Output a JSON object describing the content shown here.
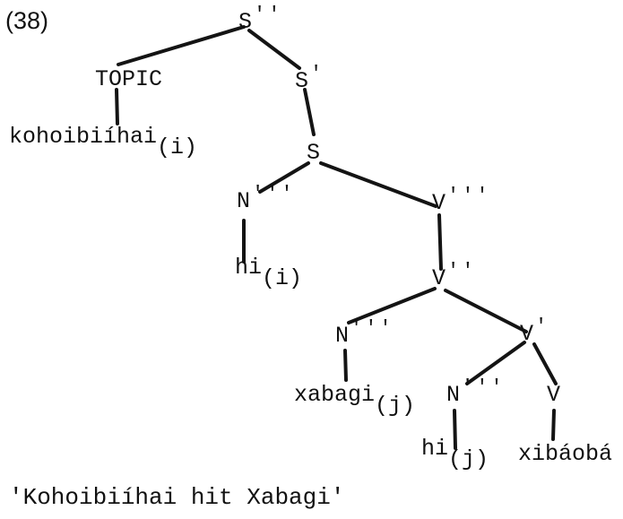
{
  "example_number": "(38)",
  "nodes": {
    "s_dbl": {
      "label": "S",
      "primes": "′′"
    },
    "s_single": {
      "label": "S",
      "primes": "′"
    },
    "s": {
      "label": "S",
      "primes": ""
    },
    "topic": {
      "label": "TOPIC",
      "primes": ""
    },
    "n_subject": {
      "label": "N",
      "primes": "′′′"
    },
    "v_triple": {
      "label": "V",
      "primes": "′′′"
    },
    "v_double": {
      "label": "V",
      "primes": "′′"
    },
    "n_object": {
      "label": "N",
      "primes": "′′′"
    },
    "v_single": {
      "label": "V",
      "primes": "′"
    },
    "n_inner": {
      "label": "N",
      "primes": "′′′"
    },
    "v_bare": {
      "label": "V",
      "primes": ""
    }
  },
  "words": {
    "kohoibiihai": {
      "text": "kohoibiíhai",
      "index": "(i)"
    },
    "hi_i": {
      "text": "hi",
      "index": "(i)"
    },
    "xabagi": {
      "text": "xabagi",
      "index": "(j)"
    },
    "hi_j": {
      "text": "hi",
      "index": "(j)"
    },
    "xibaoba": {
      "text": "xibáobá",
      "index": ""
    }
  },
  "gloss": "′Kohoibiíhai hit Xabagi′"
}
